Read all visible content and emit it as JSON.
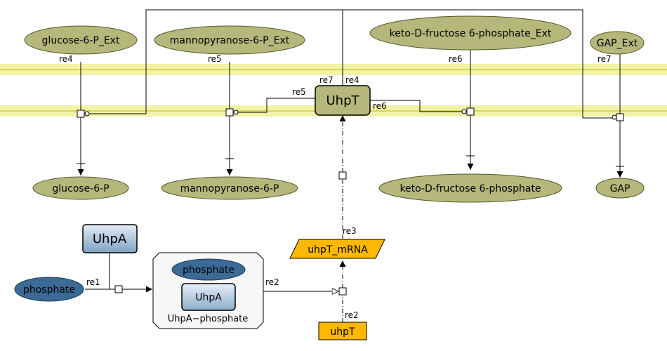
{
  "membrane": {
    "fill": "#f0f0a0",
    "stroke": "#d6d65a"
  },
  "colors": {
    "metabolite": "#b5b87a",
    "metabolite_stroke": "#55582a",
    "protein_top": "#dbe6f1",
    "protein_bottom": "#7fa4c4",
    "ion": "#3a6a95",
    "gene": "#ffb800",
    "complex_bg": "#f7f7f7"
  },
  "species": {
    "g6p_ext": "glucose-6-P_Ext",
    "m6p_ext": "mannopyranose-6-P_Ext",
    "kdf6p_ext": "keto-D-fructose 6-phosphate_Ext",
    "gap_ext": "GAP_Ext",
    "g6p": "glucose-6-P",
    "m6p": "mannopyranose-6-P",
    "kdf6p": "keto-D-fructose 6-phosphate",
    "gap": "GAP",
    "uhpt_protein": "UhpT",
    "uhpa": "UhpA",
    "phosphate_free": "phosphate",
    "complex_phosphate": "phosphate",
    "complex_uhpa": "UhpA",
    "complex_name": "UhpA−phosphate",
    "uhpt_mrna": "uhpT_mRNA",
    "uhpt_gene": "uhpT"
  },
  "reactions": {
    "re1": "re1",
    "re2_a": "re2",
    "re2_b": "re2",
    "re3": "re3",
    "re4_a": "re4",
    "re4_b": "re4",
    "re5_a": "re5",
    "re5_b": "re5",
    "re6_a": "re6",
    "re6_b": "re6",
    "re7_a": "re7",
    "re7_b": "re7"
  }
}
